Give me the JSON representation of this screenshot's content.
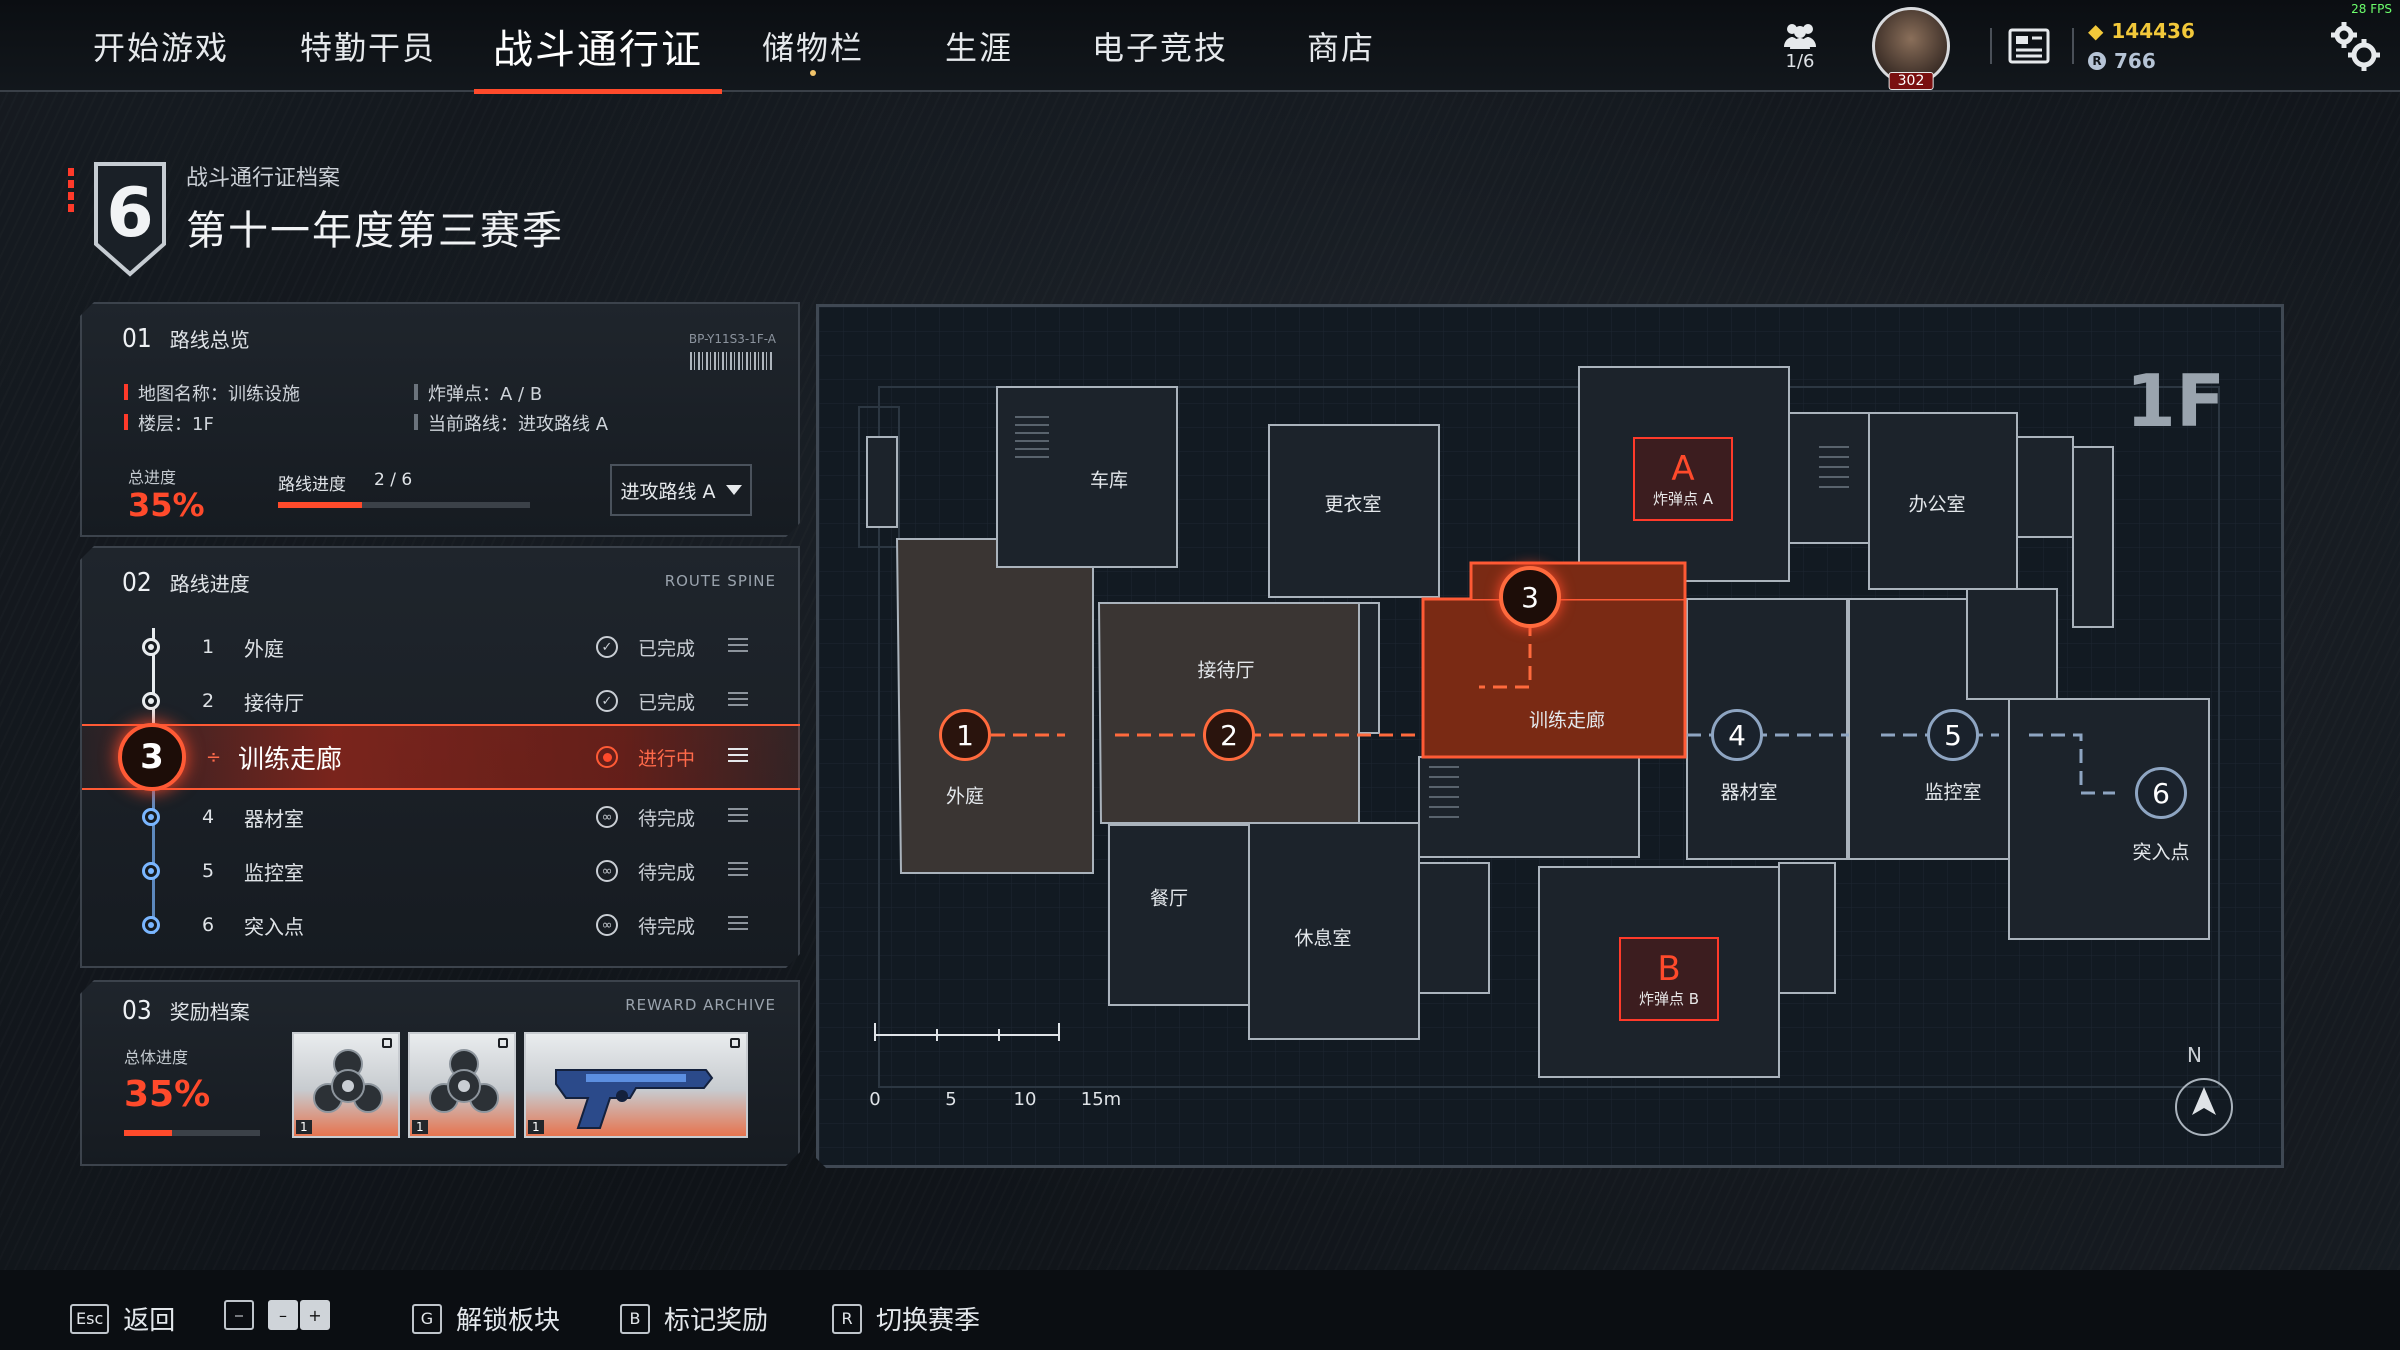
{
  "nav": {
    "items": [
      {
        "label": "开始游戏"
      },
      {
        "label": "特勤干员"
      },
      {
        "label": "战斗通行证",
        "active": true
      },
      {
        "label": "储物栏",
        "dot": true
      },
      {
        "label": "生涯"
      },
      {
        "label": "电子竞技"
      },
      {
        "label": "商店"
      }
    ]
  },
  "status": {
    "squad": "1/6",
    "level": "302",
    "gold": "144436",
    "credits": "766",
    "fps": "28 FPS"
  },
  "header": {
    "season_number": "6",
    "subtitle": "战斗通行证档案",
    "title": "第十一年度第三赛季"
  },
  "overview": {
    "num": "01",
    "title": "路线总览",
    "code": "BP-Y11S3-1F-A",
    "map_name": "地图名称：训练设施",
    "floor": "楼层：1F",
    "bomb_sites": "炸弹点：A / B",
    "current_route": "当前路线：进攻路线 A",
    "total_label": "总进度",
    "total_value": "35%",
    "route_progress_label": "路线进度",
    "route_progress_value": "2 / 6",
    "route_progress_fraction": 0.333,
    "dropdown": "进攻路线 A"
  },
  "progress": {
    "num": "02",
    "title": "路线进度",
    "tag": "ROUTE SPINE",
    "routes": [
      {
        "num": "1",
        "name": "外庭",
        "status": "已完成",
        "state": "done"
      },
      {
        "num": "2",
        "name": "接待厅",
        "status": "已完成",
        "state": "done"
      },
      {
        "num": "3",
        "name": "训练走廊",
        "status": "进行中",
        "state": "current"
      },
      {
        "num": "4",
        "name": "器材室",
        "status": "待完成",
        "state": "pending"
      },
      {
        "num": "5",
        "name": "监控室",
        "status": "待完成",
        "state": "pending"
      },
      {
        "num": "6",
        "name": "突入点",
        "status": "待完成",
        "state": "pending"
      }
    ]
  },
  "rewards": {
    "num": "03",
    "title": "奖励档案",
    "tag": "REWARD ARCHIVE",
    "overall_label": "总体进度",
    "overall_value": "35%",
    "overall_fraction": 0.35,
    "items": [
      {
        "name": "charm-reward",
        "qty": "1"
      },
      {
        "name": "charm-reward",
        "qty": "1"
      },
      {
        "name": "weapon-skin-reward",
        "qty": "1"
      }
    ]
  },
  "map": {
    "floor": "1F",
    "north": "N",
    "rooms": [
      "车库",
      "更衣室",
      "办公室",
      "接待厅",
      "训练走廊",
      "外庭",
      "器材室",
      "监控室",
      "突入点",
      "餐厅",
      "休息室"
    ],
    "bomb_a": {
      "letter": "A",
      "label": "炸弹点 A"
    },
    "bomb_b": {
      "letter": "B",
      "label": "炸弹点 B"
    },
    "scale": [
      "0",
      "5",
      "10",
      "15m"
    ]
  },
  "hints": [
    {
      "key": "Esc",
      "label": "返回"
    },
    {
      "key": "G",
      "label": "解锁板块"
    },
    {
      "key": "B",
      "label": "标记奖励"
    },
    {
      "key": "R",
      "label": "切换赛季"
    }
  ],
  "colors": {
    "accent": "#ff4a2b",
    "pending": "#7ab6ff",
    "gold": "#f2c83a"
  }
}
